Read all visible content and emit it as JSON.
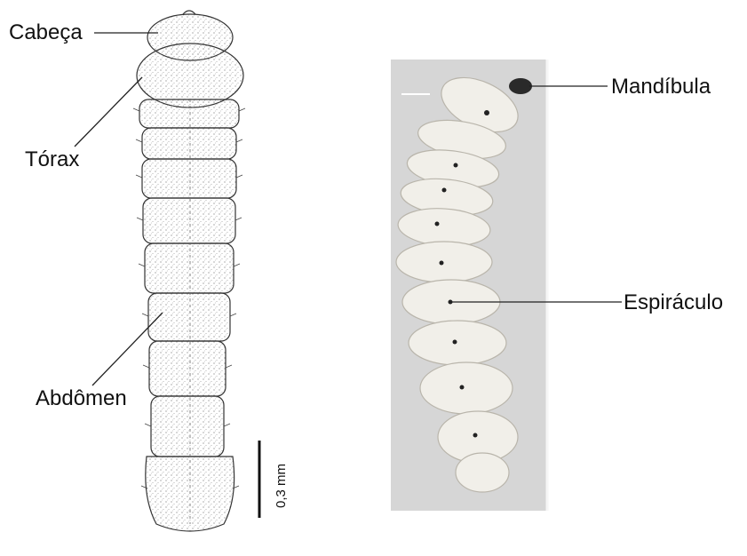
{
  "labels": {
    "cabeca": "Cabeça",
    "torax": "Tórax",
    "abdomen": "Abdômen",
    "mandibula": "Mandíbula",
    "espiraculo": "Espiráculo"
  },
  "scale_bar": "0,3 mm",
  "colors": {
    "drawing_fill": "#f4f4f4",
    "drawing_stroke": "#333333",
    "photo_bg": "#d6d6d6",
    "photo_larva": "#f1efe9",
    "leader_line": "#222222"
  }
}
